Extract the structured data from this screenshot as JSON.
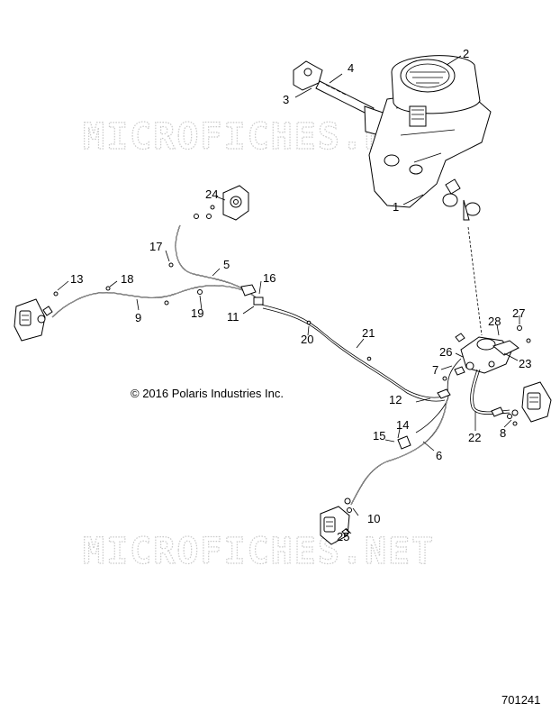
{
  "watermark": "MICROFICHES.NET",
  "copyright": "© 2016 Polaris Industries Inc.",
  "diagram_number": "701241",
  "colors": {
    "ink": "#000000",
    "watermark": "#c9c9c9",
    "background": "#ffffff"
  },
  "callouts": {
    "c1": "1",
    "c2": "2",
    "c3": "3",
    "c4": "4",
    "c5": "5",
    "c6": "6",
    "c7": "7",
    "c8": "8",
    "c9": "9",
    "c10": "10",
    "c11": "11",
    "c12": "12",
    "c13": "13",
    "c14": "14",
    "c15": "15",
    "c16": "16",
    "c17": "17",
    "c18": "18",
    "c19": "19",
    "c20": "20",
    "c21": "21",
    "c22": "22",
    "c23": "23",
    "c24": "24",
    "c25": "25",
    "c26": "26",
    "c27": "27",
    "c28": "28"
  }
}
